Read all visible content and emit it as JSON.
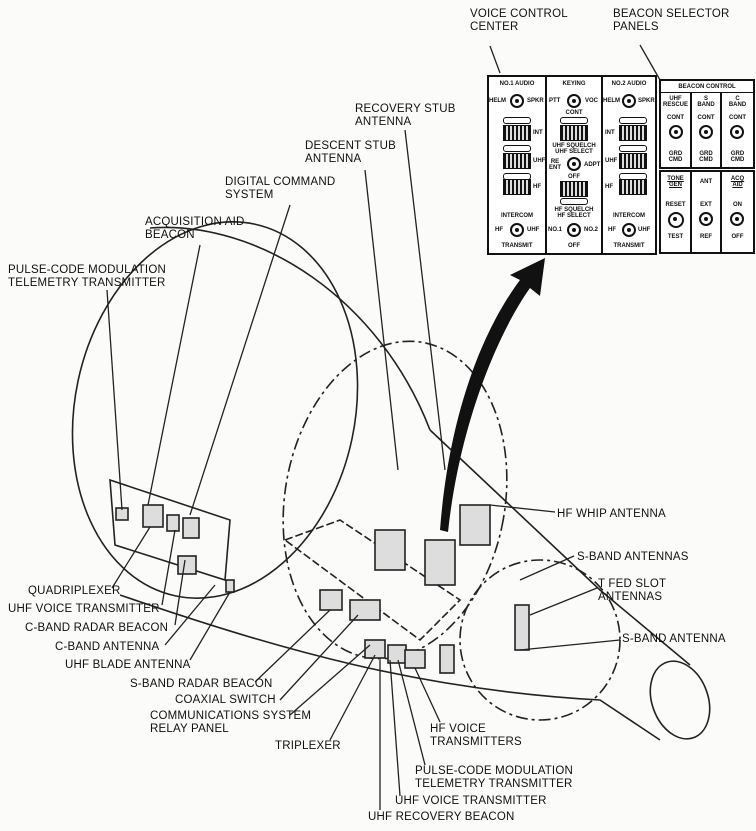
{
  "labels": {
    "voice_control_center": "VOICE CONTROL\nCENTER",
    "beacon_selector_panels": "BEACON SELECTOR\nPANELS",
    "recovery_stub_antenna": "RECOVERY STUB\nANTENNA",
    "descent_stub_antenna": "DESCENT STUB\nANTENNA",
    "digital_command_system": "DIGITAL COMMAND\nSYSTEM",
    "acquisition_aid_beacon": "ACQUISITION AID\nBEACON",
    "pcm_telemetry_transmitter_top": "PULSE-CODE MODULATION\nTELEMETRY TRANSMITTER",
    "hf_whip_antenna": "HF WHIP ANTENNA",
    "s_band_antennas": "S-BAND ANTENNAS",
    "t_fed_slot_antennas": "T FED SLOT\nANTENNAS",
    "s_band_antenna": "S-BAND ANTENNA",
    "quadriplexer": "QUADRIPLEXER",
    "uhf_voice_transmitter_left": "UHF VOICE TRANSMITTER",
    "c_band_radar_beacon": "C-BAND RADAR BEACON",
    "c_band_antenna": "C-BAND ANTENNA",
    "uhf_blade_antenna": "UHF BLADE ANTENNA",
    "s_band_radar_beacon": "S-BAND RADAR BEACON",
    "coaxial_switch": "COAXIAL SWITCH",
    "comm_relay_panel": "COMMUNICATIONS SYSTEM\nRELAY PANEL",
    "triplexer": "TRIPLEXER",
    "hf_voice_transmitters": "HF VOICE\nTRANSMITTERS",
    "pcm_telemetry_transmitter_bottom": "PULSE-CODE MODULATION\nTELEMETRY TRANSMITTER",
    "uhf_voice_transmitter_bottom": "UHF VOICE TRANSMITTER",
    "uhf_recovery_beacon": "UHF RECOVERY BEACON"
  },
  "voice_panel": {
    "no1_audio": "NO.1 AUDIO",
    "keying": "KEYING",
    "no2_audio": "NO.2 AUDIO",
    "helm": "HELM",
    "spkr": "SPKR",
    "ptt": "PTT",
    "voc": "VOC",
    "cont": "CONT",
    "int": "INT",
    "uhf": "UHF",
    "hf": "HF",
    "uhf_squelch": "UHF SQUELCH\nUHF SELECT",
    "re_ent": "RE\nENT",
    "adpt": "ADPT",
    "off": "OFF",
    "hf_squelch": "HF SQUELCH\nHF SELECT",
    "no1": "NO.1",
    "no2": "NO.2",
    "intercom": "INTERCOM",
    "transmit": "TRANSMIT"
  },
  "beacon_panel": {
    "title": "BEACON CONTROL",
    "uhf_rescue": "UHF\nRESCUE",
    "s_band": "S\nBAND",
    "c_band": "C\nBAND",
    "cont": "CONT",
    "grd_cmd": "GRD\nCMD",
    "tone_gen": "TONE\nGEN",
    "ant": "ANT",
    "acq_aid": "ACQ\nAID",
    "reset": "RESET",
    "test": "TEST",
    "ext": "EXT",
    "ref": "REF",
    "on": "ON",
    "off": "OFF"
  }
}
